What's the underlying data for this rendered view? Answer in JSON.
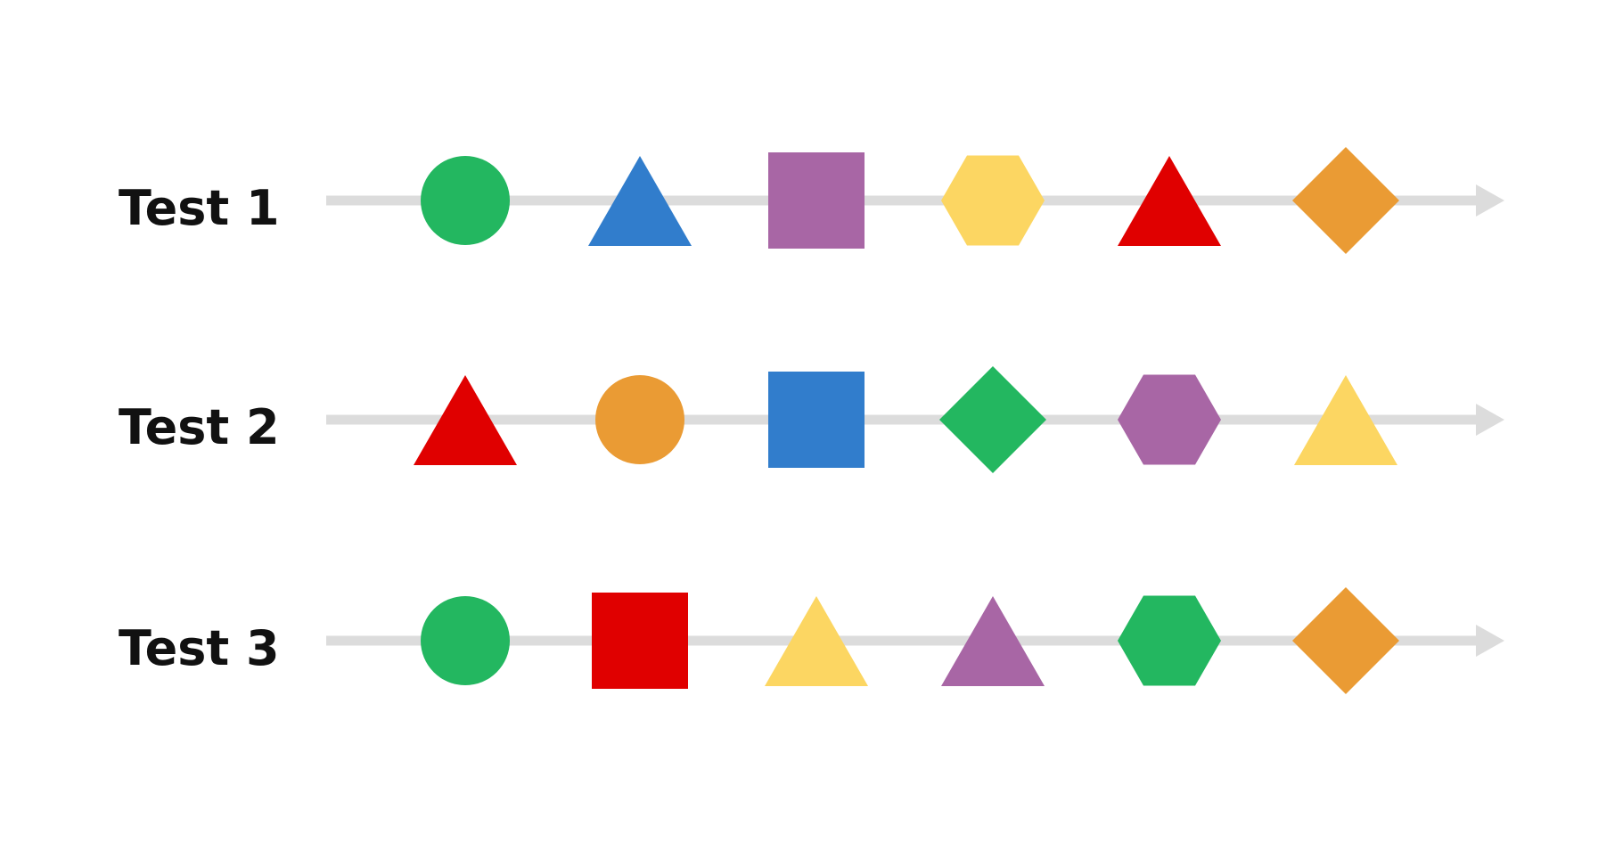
{
  "colors": {
    "green": "#23b760",
    "blue": "#317dcc",
    "purple": "#a866a5",
    "yellow": "#fcd662",
    "red": "#e00000",
    "orange": "#ea9b34",
    "axis": "#dcdcdc",
    "label": "#111111"
  },
  "rows": [
    {
      "label": "Test 1",
      "shapes": [
        {
          "shape": "circle",
          "color": "green"
        },
        {
          "shape": "triangle",
          "color": "blue"
        },
        {
          "shape": "square",
          "color": "purple"
        },
        {
          "shape": "hexagon",
          "color": "yellow"
        },
        {
          "shape": "triangle",
          "color": "red"
        },
        {
          "shape": "diamond",
          "color": "orange"
        }
      ]
    },
    {
      "label": "Test 2",
      "shapes": [
        {
          "shape": "triangle",
          "color": "red"
        },
        {
          "shape": "circle",
          "color": "orange"
        },
        {
          "shape": "square",
          "color": "blue"
        },
        {
          "shape": "diamond",
          "color": "green"
        },
        {
          "shape": "hexagon",
          "color": "purple"
        },
        {
          "shape": "triangle",
          "color": "yellow"
        }
      ]
    },
    {
      "label": "Test 3",
      "shapes": [
        {
          "shape": "circle",
          "color": "green"
        },
        {
          "shape": "square",
          "color": "red"
        },
        {
          "shape": "triangle",
          "color": "yellow"
        },
        {
          "shape": "triangle",
          "color": "purple"
        },
        {
          "shape": "hexagon",
          "color": "green"
        },
        {
          "shape": "diamond",
          "color": "orange"
        }
      ]
    }
  ]
}
